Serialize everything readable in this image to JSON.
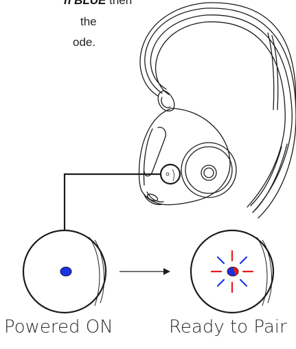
{
  "instruction": {
    "line1_bold": "h BLUE",
    "line1_rest": " then",
    "line2": "the",
    "line3": "ode."
  },
  "captions": {
    "powered_on": "Powered ON",
    "ready_to_pair": "Ready to Pair"
  },
  "colors": {
    "led_blue": "#1a33e6",
    "led_red": "#e61a1a",
    "outline": "#1a1a1a"
  }
}
